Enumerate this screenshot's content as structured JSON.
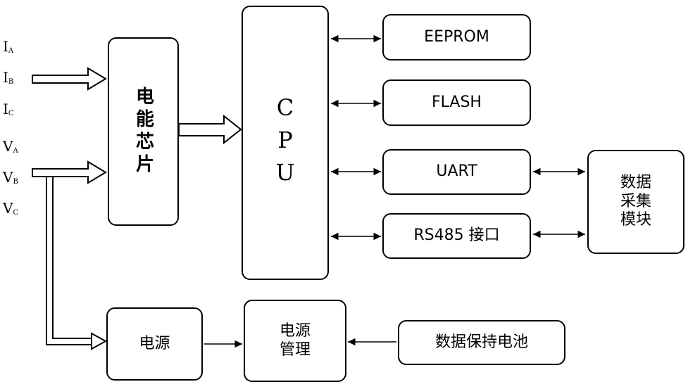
{
  "signals": [
    {
      "main": "I",
      "sub": "A"
    },
    {
      "main": "I",
      "sub": "B"
    },
    {
      "main": "I",
      "sub": "C"
    },
    {
      "main": "V",
      "sub": "A"
    },
    {
      "main": "V",
      "sub": "B"
    },
    {
      "main": "V",
      "sub": "C"
    }
  ],
  "blocks": {
    "energy_chip": "电能芯片",
    "cpu": "CPU",
    "eeprom": "EEPROM",
    "flash": "FLASH",
    "uart": "UART",
    "rs485": "RS485 接口",
    "data_acq": "数据\n采集\n模块",
    "power": "电源",
    "power_mgmt": "电源\n管理",
    "battery": "数据保持电池"
  }
}
